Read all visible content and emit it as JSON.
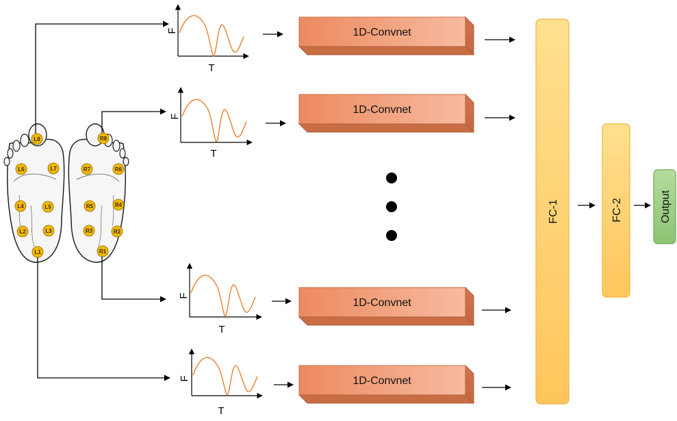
{
  "sensors": {
    "left": [
      "L8",
      "L6",
      "L7",
      "L4",
      "L5",
      "L2",
      "L3",
      "L1"
    ],
    "right": [
      "R8",
      "R7",
      "R6",
      "R5",
      "R4",
      "R3",
      "R2",
      "R1"
    ]
  },
  "signal_axes": {
    "y_label": "F",
    "x_label": "T"
  },
  "convnet_label": "1D-Convnet",
  "layers": {
    "fc1": "FC-1",
    "fc2": "FC-2",
    "output": "Output"
  },
  "colors": {
    "sensor_fill": "#f2b705",
    "convnet_front": "#f4a27f",
    "convnet_side": "#d9784d",
    "fc_fill": "#ffd27a",
    "output_fill": "#9dcf86",
    "signal_line": "#e8883e"
  }
}
